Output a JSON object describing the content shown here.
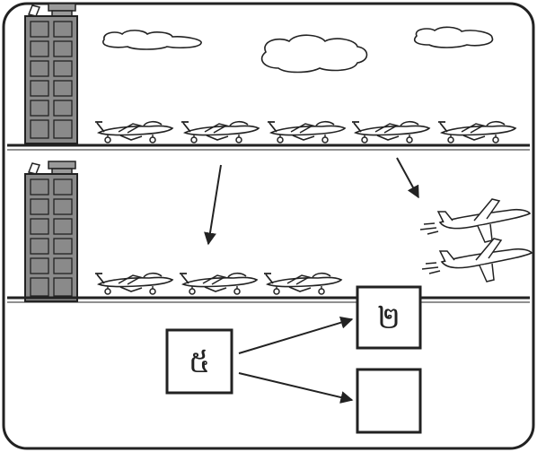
{
  "colors": {
    "ink": "#222222",
    "paper": "#ffffff",
    "building": "#8a8a8a",
    "ground": "#222222"
  },
  "scene": {
    "top_runway": {
      "planes_parked": 5
    },
    "bottom_runway": {
      "planes_parked": 3
    },
    "planes_flying": 2
  },
  "boxes": {
    "start": {
      "label": "៥"
    },
    "result_a": {
      "label": "២"
    },
    "result_b": {
      "label": ""
    }
  }
}
